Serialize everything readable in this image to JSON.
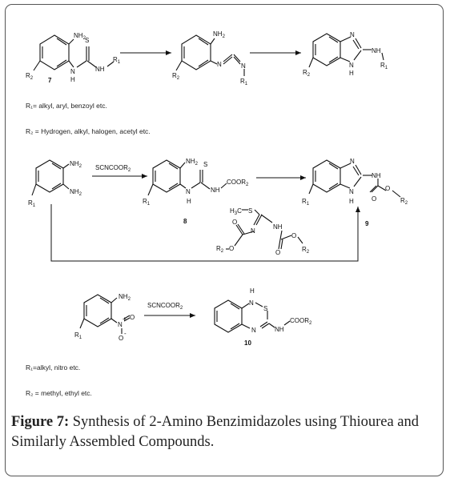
{
  "scheme1": {
    "sm": {
      "nh2": "NH",
      "nh2_sub": "2",
      "s": "S",
      "nh": "NH",
      "n": "N",
      "h": "H",
      "r1": "R",
      "r1_sub": "1",
      "r2": "R",
      "r2_sub": "2",
      "num": "7"
    },
    "mid": {
      "nh2": "NH",
      "nh2_sub": "2",
      "n1": "N",
      "n2": "N",
      "r1": "R",
      "r1_sub": "1",
      "r2": "R",
      "r2_sub": "2"
    },
    "prod": {
      "n": "N",
      "nh": "NH",
      "h": "H",
      "r1": "R",
      "r1_sub": "1",
      "r2": "R",
      "r2_sub": "2"
    }
  },
  "notes1": {
    "r1_line": "R₁= alkyl, aryl, benzoyl etc.",
    "r2_line": "R₂ = Hydrogen, alkyl, halogen, acetyl etc."
  },
  "scheme2": {
    "sm": {
      "nh2a": "NH",
      "nh2a_sub": "2",
      "nh2b": "NH",
      "nh2b_sub": "2",
      "r1": "R",
      "r1_sub": "1"
    },
    "reagent": {
      "text": "SCNCOOR",
      "sub": "2"
    },
    "int8": {
      "nh2": "NH",
      "nh2_sub": "2",
      "s": "S",
      "n": "N",
      "h": "H",
      "nh": "NH",
      "coor": "COOR",
      "coor_sub": "2",
      "r1": "R",
      "r1_sub": "1",
      "num": "8"
    },
    "prod9": {
      "n": "N",
      "nh": "NH",
      "h": "H",
      "o1": "O",
      "o2": "O",
      "r1": "R",
      "r1_sub": "1",
      "r2": "R",
      "r2_sub": "2",
      "num": "9"
    },
    "alt": {
      "h3c": "H",
      "h3c_sub": "3",
      "h3c_c": "C",
      "s": "S",
      "nh": "NH",
      "n": "N",
      "o1": "O",
      "o2": "O",
      "o3": "O",
      "o4": "O",
      "r2a": "R",
      "r2a_sub": "2",
      "r2b": "R",
      "r2b_sub": "2"
    }
  },
  "scheme3": {
    "sm": {
      "nh2": "NH",
      "nh2_sub": "2",
      "n": "N",
      "o1": "O",
      "o2": "O",
      "plus": "+",
      "minus": "-",
      "r1": "R",
      "r1_sub": "1"
    },
    "reagent": {
      "text": "SCNCOOR",
      "sub": "2"
    },
    "prod10": {
      "h": "H",
      "n1": "N",
      "s": "S",
      "n2": "N",
      "nh": "NH",
      "coor": "COOR",
      "coor_sub": "2",
      "num": "10"
    }
  },
  "notes2": {
    "r1_line": "R₁=alkyl, nitro etc.",
    "r2_line": "R₂ = methyl, ethyl etc."
  },
  "caption": {
    "label": "Figure 7:",
    "text": " Synthesis of 2-Amino Benzimidazoles using Thiourea and Similarly Assembled Compounds."
  }
}
